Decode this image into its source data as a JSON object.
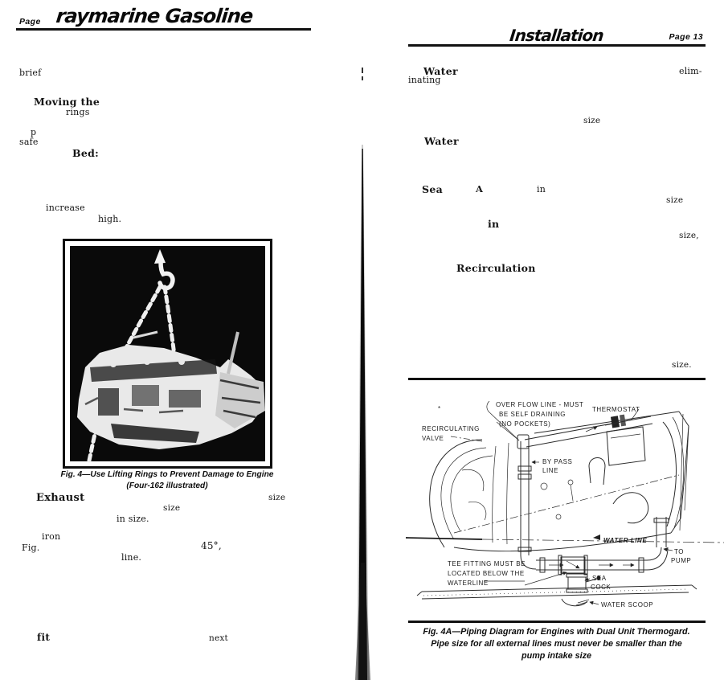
{
  "left_page": {
    "header": {
      "page_label": "Page",
      "title": "raymarine Gasoline"
    },
    "fragments": [
      {
        "text": "brief"
      },
      {
        "text": "Moving the"
      },
      {
        "text": "rings"
      },
      {
        "text": "p"
      },
      {
        "text": "safe"
      },
      {
        "text": "Bed:"
      },
      {
        "text": "increase"
      },
      {
        "text": "high."
      },
      {
        "text": "Exhaust"
      },
      {
        "text": "size"
      },
      {
        "text": "size"
      },
      {
        "text": "in size."
      },
      {
        "text": "iron"
      },
      {
        "text": "Fig."
      },
      {
        "text": "45°,"
      },
      {
        "text": "line."
      },
      {
        "text": "fit"
      },
      {
        "text": "next"
      }
    ],
    "figure_caption": [
      "Fig. 4—Use Lifting Rings to Prevent Damage to Engine",
      "(Four-162 illustrated)"
    ]
  },
  "right_page": {
    "header": {
      "title": "Installation",
      "page_label": "Page 13"
    },
    "fragments": [
      {
        "text": "Water"
      },
      {
        "text": "elim-"
      },
      {
        "text": "inating"
      },
      {
        "text": "size"
      },
      {
        "text": "Water"
      },
      {
        "text": "Sea"
      },
      {
        "text": "A"
      },
      {
        "text": "in"
      },
      {
        "text": "size"
      },
      {
        "text": "in"
      },
      {
        "text": "size,"
      },
      {
        "text": "Recirculation"
      },
      {
        "text": "size."
      }
    ],
    "figure_caption": [
      "Fig. 4A—Piping Diagram for Engines with Dual Unit Thermogard.",
      "Pipe size for all external lines must never be smaller than the",
      "pump intake size"
    ],
    "diagram_labels": {
      "asterisk": "*",
      "overflow": [
        "OVER FLOW LINE - MUST",
        "BE SELF DRAINING",
        "(NO POCKETS)"
      ],
      "thermostat": "THERMOSTAT",
      "recirculating": [
        "RECIRCULATING",
        "VALVE"
      ],
      "bypass": [
        "BY PASS",
        "LINE"
      ],
      "water_line": "WATER LINE",
      "to_pump": [
        "TO",
        "PUMP"
      ],
      "tee": [
        "TEE FITTING MUST BE",
        "LOCATED BELOW THE",
        "WATERLINE"
      ],
      "sea_cock": [
        "SEA",
        "COCK"
      ],
      "water_scoop": "WATER SCOOP"
    }
  },
  "colors": {
    "paper": "#ffffff",
    "ink": "#0c0c0c"
  }
}
